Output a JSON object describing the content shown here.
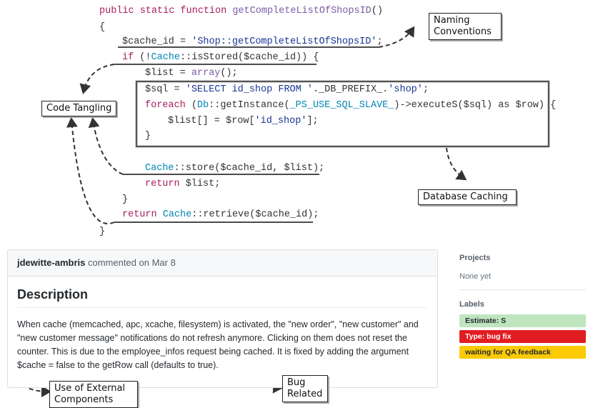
{
  "code": {
    "l1": {
      "kw": "public static function ",
      "fn": "getCompleteListOfShopsID",
      "rest": "()"
    },
    "l2": "{",
    "l3": {
      "pre": "$cache_id = ",
      "str": "'Shop::getCompleteListOfShopsID'",
      "post": ";"
    },
    "l4": {
      "kw": "if",
      "a": " (!",
      "cls": "Cache",
      "b": "::isStored($cache_id)) {"
    },
    "l5": {
      "a": "$list = ",
      "fn": "array",
      "b": "();"
    },
    "l6": {
      "a": "$sql = ",
      "s1": "'SELECT id_shop FROM '",
      "b": "._DB_PREFIX_.",
      "s2": "'shop'",
      "c": ";"
    },
    "l7": {
      "kw": "foreach",
      "a": " (",
      "cls": "Db",
      "b": "::getInstance(",
      "cls2": "_PS_USE_SQL_SLAVE_",
      "c": ")->executeS($sql) as $row) {"
    },
    "l8": {
      "a": "$list[] = $row[",
      "str": "'id_shop'",
      "b": "];"
    },
    "l9": "}",
    "l10": {
      "cls": "Cache",
      "a": "::store($cache_id, $list);"
    },
    "l11": {
      "kw": "return",
      "a": " $list;"
    },
    "l12": "}",
    "l13": {
      "kw": "return",
      "a": " ",
      "cls": "Cache",
      "b": "::retrieve($cache_id);"
    },
    "l14": "}"
  },
  "annotations": {
    "naming": "Naming Conventions",
    "tangling": "Code Tangling",
    "db_caching": "Database Caching",
    "external": "Use of External Components",
    "bug": "Bug Related"
  },
  "comment": {
    "author": "jdewitte-ambris",
    "meta": " commented on Mar 8",
    "title": "Description",
    "p1": "When cache (memcached, apc, xcache, filesystem) is activated",
    "p2": ", the \"new order\", \"new customer\" and \"new customer message\" notifications do not refresh anymore. Clicking on them does not reset the counter.",
    "p3": "This is due to the employee_infos request being cached.",
    "p4": " It is fixed by adding the argument $cache = false to the getRow call (defaults to true)."
  },
  "sidebar": {
    "projects_h": "Projects",
    "projects_v": "None yet",
    "labels_h": "Labels",
    "labels": [
      {
        "text": "Estimate: S",
        "bg": "#bfe5bf",
        "fg": "#24292e"
      },
      {
        "text": "Type: bug fix",
        "bg": "#e11d21",
        "fg": "#ffffff"
      },
      {
        "text": "waiting for QA feedback",
        "bg": "#fbca04",
        "fg": "#24292e"
      }
    ]
  }
}
